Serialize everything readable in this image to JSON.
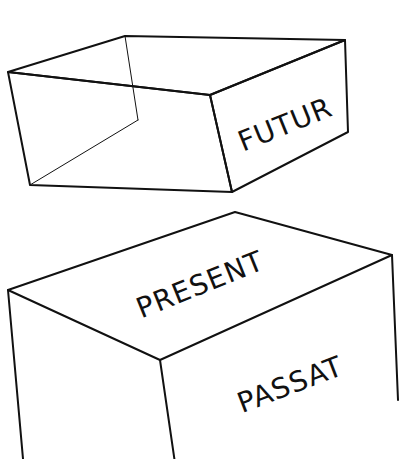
{
  "diagram": {
    "nodes": [
      {
        "text": [
          "FUTUR"
        ]
      },
      {
        "text": [
          "PRESENT"
        ]
      },
      {
        "text": [
          "PASSAT"
        ]
      }
    ]
  }
}
